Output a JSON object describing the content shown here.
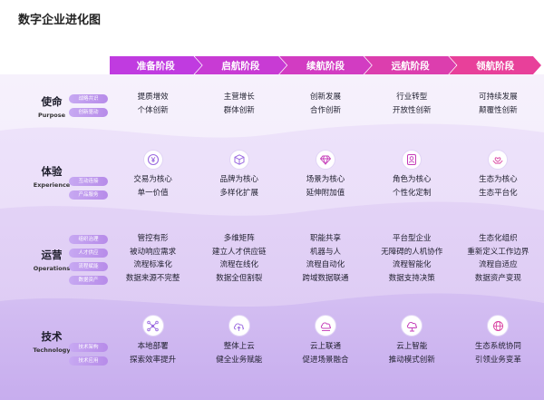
{
  "title": "数字企业进化图",
  "stages": [
    {
      "label": "准备阶段",
      "color": "#c03be0"
    },
    {
      "label": "启航阶段",
      "color": "#c83bd4"
    },
    {
      "label": "续航阶段",
      "color": "#d23cc2"
    },
    {
      "label": "远航阶段",
      "color": "#dc3eae"
    },
    {
      "label": "领航阶段",
      "color": "#e8409a"
    }
  ],
  "rows": {
    "purpose": {
      "cn": "使命",
      "en": "Purpose",
      "tags": [
        "战略共识",
        "创新驱动"
      ],
      "cells": [
        [
          "提质增效",
          "个体创新"
        ],
        [
          "主营增长",
          "群体创新"
        ],
        [
          "创新发展",
          "合作创新"
        ],
        [
          "行业转型",
          "开放性创新"
        ],
        [
          "可持续发展",
          "颠覆性创新"
        ]
      ]
    },
    "experience": {
      "cn": "体验",
      "en": "Experience",
      "tags": [
        "互动连接",
        "产品服务"
      ],
      "icons": [
        "yuan-coin-icon",
        "cube-box-icon",
        "diamond-gem-icon",
        "persona-icon",
        "heart-hands-icon"
      ],
      "cells": [
        [
          "交易为核心",
          "单一价值"
        ],
        [
          "品牌为核心",
          "多样化扩展"
        ],
        [
          "场景为核心",
          "延伸附加值"
        ],
        [
          "角色为核心",
          "个性化定制"
        ],
        [
          "生态为核心",
          "生态平台化"
        ]
      ]
    },
    "operations": {
      "cn": "运营",
      "en": "Operations",
      "tags": [
        "组织治理",
        "人才供应",
        "流程赋能",
        "数据资产"
      ],
      "cells": [
        [
          "管控有形",
          "被动响应需求",
          "流程标准化",
          "数据来源不完整"
        ],
        [
          "多维矩阵",
          "建立人才供应链",
          "流程在线化",
          "数据全但割裂"
        ],
        [
          "职能共享",
          "机器与人",
          "流程自动化",
          "跨域数据联通"
        ],
        [
          "平台型企业",
          "无障碍的人机协作",
          "流程智能化",
          "数据支持决策"
        ],
        [
          "生态化组织",
          "重新定义工作边界",
          "流程自适应",
          "数据资产变现"
        ]
      ]
    },
    "technology": {
      "cn": "技术",
      "en": "Technology",
      "tags": [
        "技术架构",
        "技术应用"
      ],
      "icons": [
        "network-nodes-icon",
        "cloud-upload-icon",
        "cloud-link-icon",
        "cloud-intelligence-icon",
        "globe-ecosystem-icon"
      ],
      "cells": [
        [
          "本地部署",
          "探索效率提升"
        ],
        [
          "整体上云",
          "健全业务赋能"
        ],
        [
          "云上联通",
          "促进场景融合"
        ],
        [
          "云上智能",
          "推动模式创新"
        ],
        [
          "生态系统协同",
          "引领业务变革"
        ]
      ]
    }
  }
}
